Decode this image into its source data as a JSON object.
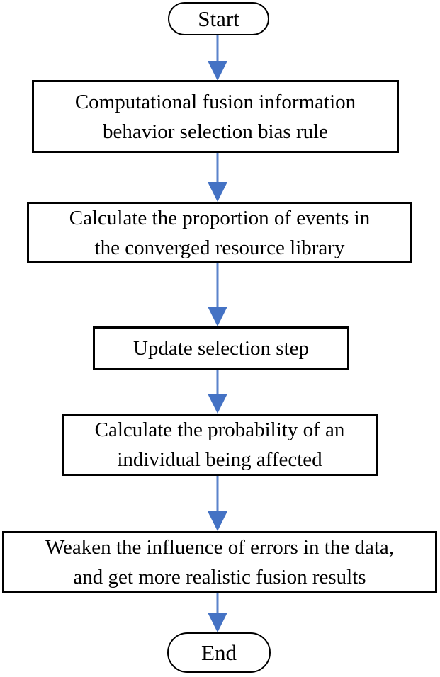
{
  "figure": {
    "type": "flowchart",
    "background": "#ffffff",
    "colors": {
      "node_border": "#000000",
      "node_fill": "#ffffff",
      "text": "#000000",
      "arrow_head": "#4472c4",
      "arrow_shaft": "#5b83cb"
    },
    "nodes": [
      {
        "id": "start",
        "shape": "terminator",
        "label": "Start"
      },
      {
        "id": "step1",
        "shape": "process",
        "label": "Computational fusion information behavior selection bias rule",
        "lines": [
          "Computational fusion information",
          "behavior selection bias rule"
        ]
      },
      {
        "id": "step2",
        "shape": "process",
        "label": "Calculate the proportion of events in the converged resource library",
        "lines": [
          "Calculate the proportion of events in",
          "the converged resource library"
        ]
      },
      {
        "id": "step3",
        "shape": "process",
        "label": "Update selection step",
        "lines": [
          "Update selection step"
        ]
      },
      {
        "id": "step4",
        "shape": "process",
        "label": "Calculate the probability of an individual being affected",
        "lines": [
          "Calculate the probability of an",
          "individual being affected"
        ]
      },
      {
        "id": "step5",
        "shape": "process",
        "label": "Weaken the influence of errors in the data, and get more realistic fusion results",
        "lines": [
          "Weaken the influence of errors in the data,",
          "and get more realistic fusion results"
        ]
      },
      {
        "id": "end",
        "shape": "terminator",
        "label": "End"
      }
    ],
    "edges": [
      {
        "from": "start",
        "to": "step1"
      },
      {
        "from": "step1",
        "to": "step2"
      },
      {
        "from": "step2",
        "to": "step3"
      },
      {
        "from": "step3",
        "to": "step4"
      },
      {
        "from": "step4",
        "to": "step5"
      },
      {
        "from": "step5",
        "to": "end"
      }
    ]
  }
}
